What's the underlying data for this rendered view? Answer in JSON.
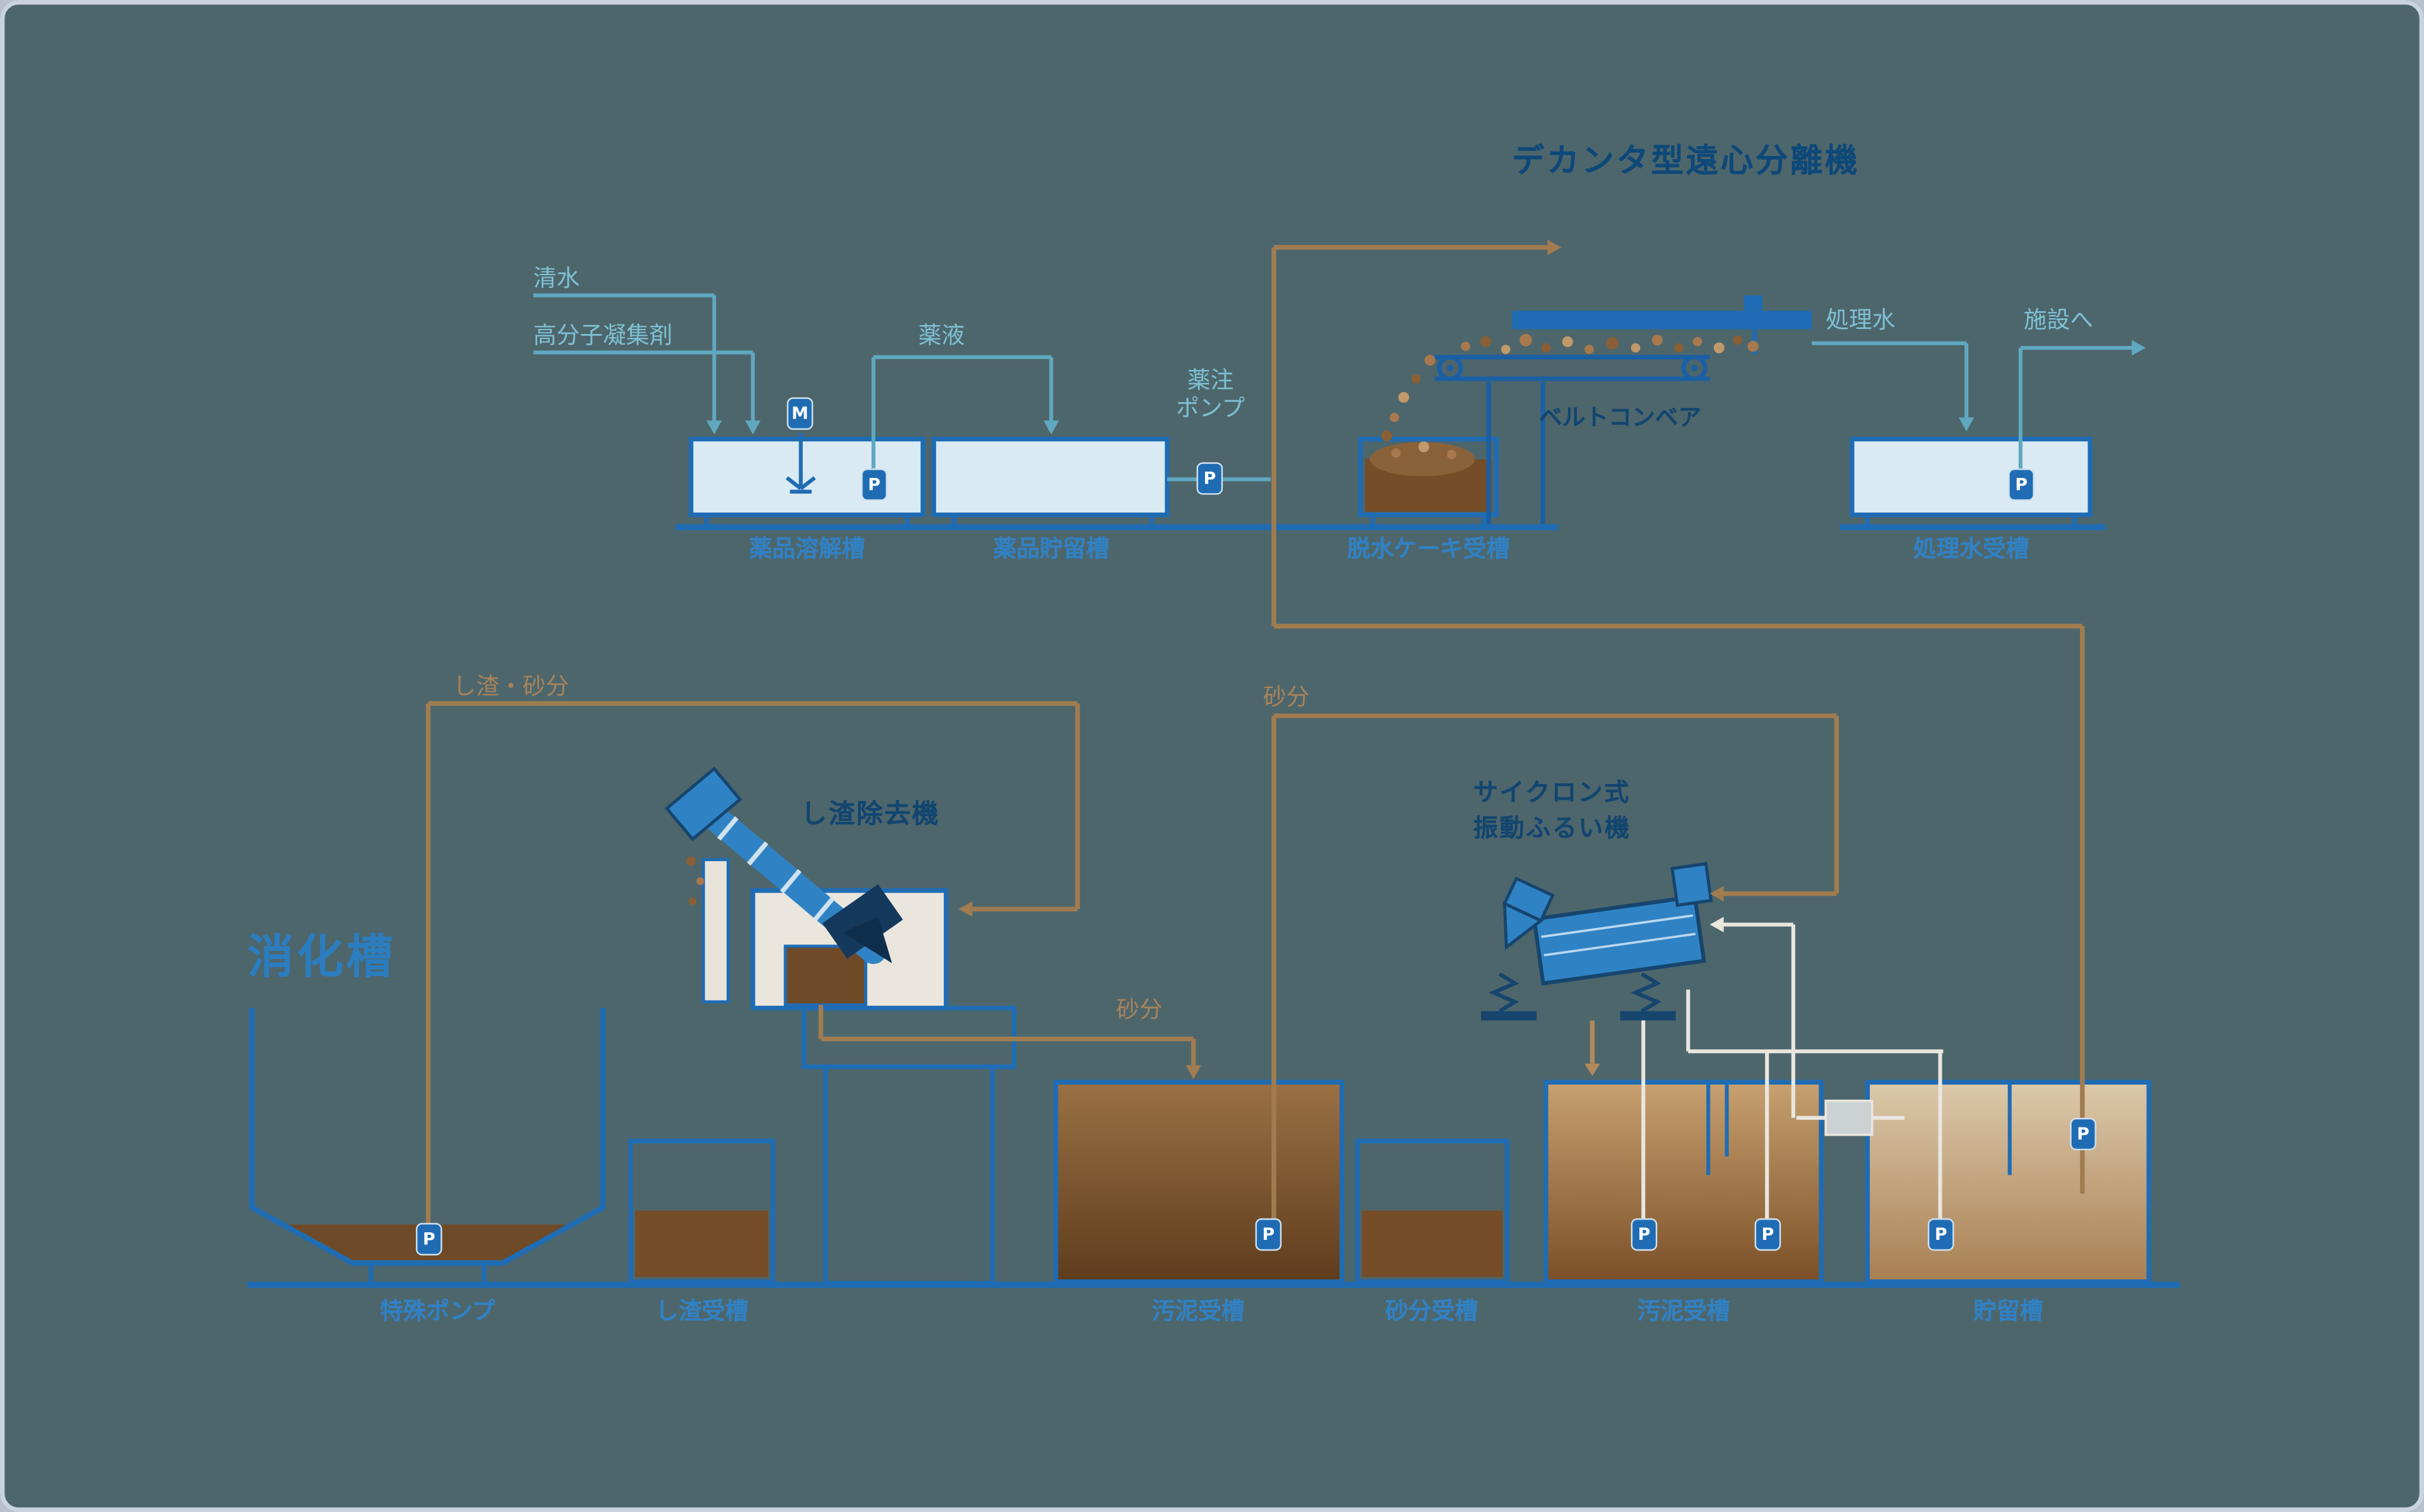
{
  "diagram": {
    "title": "デカンタ型遠心分離機",
    "top": {
      "flow_labels": {
        "fresh_water": "清水",
        "polymer": "高分子凝集剤",
        "chemical": "薬液",
        "dosing_pump_line1": "薬注",
        "dosing_pump_line2": "ポンプ",
        "belt_conveyor": "ベルトコンベア",
        "treated_water": "処理水",
        "to_facility": "施設へ"
      },
      "tanks": {
        "dissolving": "薬品溶解槽",
        "chemical_storage": "薬品貯留槽",
        "dewatered_cake": "脱水ケーキ受槽",
        "treated_water": "処理水受槽"
      }
    },
    "bottom": {
      "flow_labels": {
        "screenings_sand": "し渣・砂分",
        "sand_upper": "砂分",
        "sand_mid": "砂分"
      },
      "equipment": {
        "digester": "消化槽",
        "special_pump": "特殊ポンプ",
        "screenings_remover": "し渣除去機",
        "cyclone_line1": "サイクロン式",
        "cyclone_line2": "振動ふるい機"
      },
      "tanks": {
        "screenings": "し渣受槽",
        "sludge_1": "汚泥受槽",
        "sand": "砂分受槽",
        "sludge_2": "汚泥受槽",
        "storage": "貯留槽"
      }
    },
    "badges": {
      "pump": "P",
      "motor": "M"
    },
    "colors": {
      "background": "#4d666c",
      "frame_border": "#c9d2de",
      "line_blue": "#1f6cb4",
      "line_teal": "#5fa8c0",
      "line_brown": "#a07c50",
      "line_white": "#e9e6df",
      "label_teal": "#7fc0d4",
      "label_blue": "#3181c4",
      "label_brown": "#a8835a",
      "title_navy": "#0d4878",
      "tank_water_fill": "#d9eaf3",
      "sludge_dark": "#754d28",
      "sludge_mid": "#8a6239",
      "sludge_light": "#c7a170"
    }
  }
}
